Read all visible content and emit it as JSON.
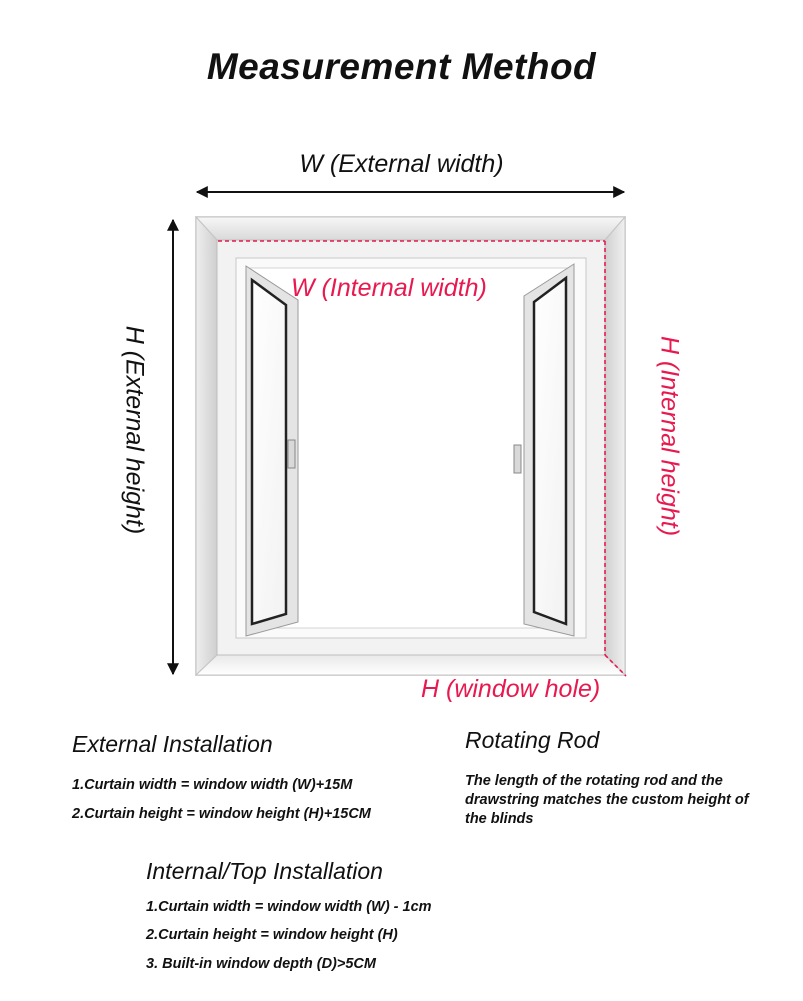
{
  "title": "Measurement Method",
  "labels": {
    "external_width": "W (External width)",
    "internal_width": "W (Internal width)",
    "external_height": "H (External height)",
    "internal_height": "H (Internal height)",
    "window_hole": "H (window hole)"
  },
  "external_installation": {
    "heading": "External Installation",
    "lines": [
      "1.Curtain width = window width (W)+15M",
      "2.Curtain height = window height (H)+15CM"
    ]
  },
  "rotating_rod": {
    "heading": "Rotating Rod",
    "text": "The length of the rotating rod and the drawstring matches the custom height of the blinds"
  },
  "internal_installation": {
    "heading": "Internal/Top Installation",
    "lines": [
      "1.Curtain width = window width (W) - 1cm",
      "2.Curtain height = window height (H)",
      "3. Built-in window depth (D)>5CM"
    ]
  },
  "colors": {
    "accent_red": "#e8194e",
    "text": "#111111",
    "frame_light": "#f4f4f4",
    "frame_shadow": "#c9c9c9"
  }
}
